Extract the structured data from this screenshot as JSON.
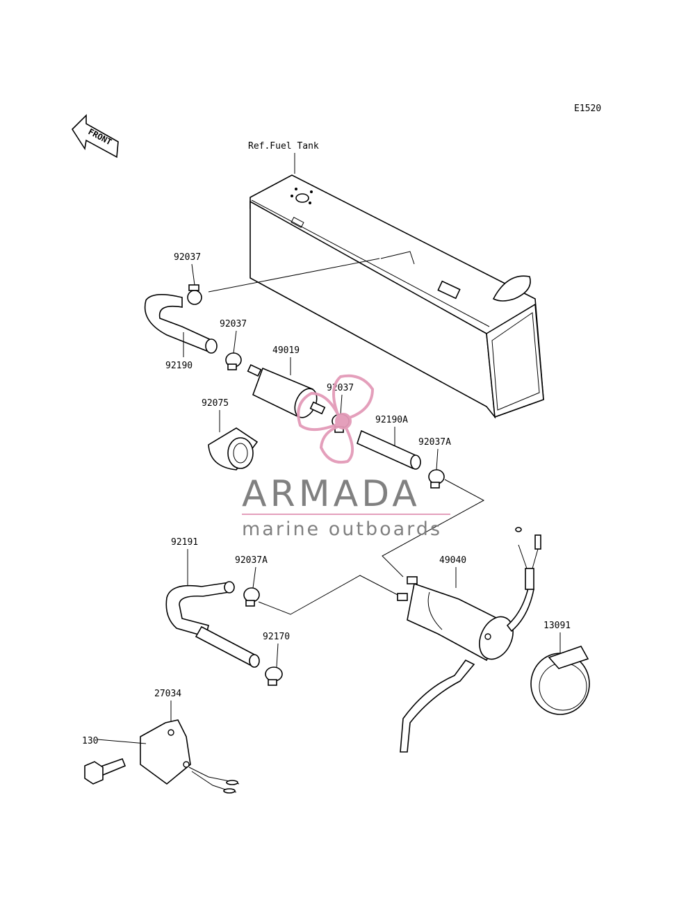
{
  "diagram_code": "E1520",
  "front_label": "FRONT",
  "ref_label": "Ref.Fuel Tank",
  "labels": {
    "p92037_a": "92037",
    "p92037_b": "92037",
    "p92037_c": "92037",
    "p92190": "92190",
    "p49019": "49019",
    "p92075": "92075",
    "p92190A": "92190A",
    "p92037A_a": "92037A",
    "p92037A_b": "92037A",
    "p92191": "92191",
    "p49040": "49040",
    "p92170": "92170",
    "p13091": "13091",
    "p27034": "27034",
    "p130": "130"
  },
  "watermark": {
    "brand": "ARMADA",
    "tagline": "marine outboards",
    "logo_color": "#e39ab8",
    "text_color": "#7a7a7a"
  }
}
